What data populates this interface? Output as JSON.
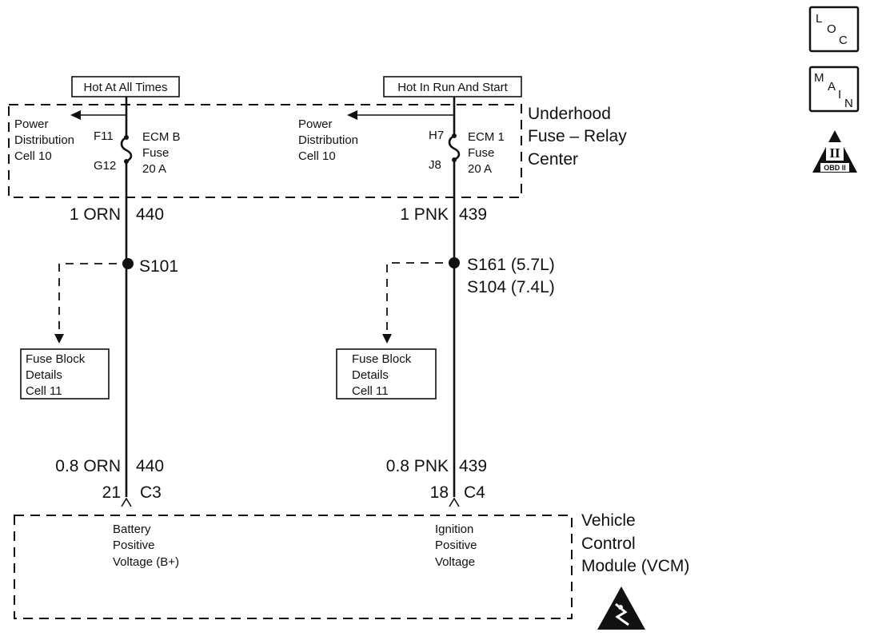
{
  "hot_labels": {
    "left": "Hot At All Times",
    "right": "Hot In Run And Start"
  },
  "fuse_center": {
    "name_lines": [
      "Underhood",
      "Fuse – Relay",
      "Center"
    ],
    "left": {
      "power_dist_lines": [
        "Power",
        "Distribution",
        "Cell 10"
      ],
      "term_top": "F11",
      "term_bottom": "G12",
      "fuse_lines": [
        "ECM B",
        "Fuse",
        "20 A"
      ]
    },
    "right": {
      "power_dist_lines": [
        "Power",
        "Distribution",
        "Cell 10"
      ],
      "term_top": "H7",
      "term_bottom": "J8",
      "fuse_lines": [
        "ECM 1",
        "Fuse",
        "20 A"
      ]
    }
  },
  "wires": {
    "left_upper": {
      "gauge_color": "1 ORN",
      "circuit": "440"
    },
    "right_upper": {
      "gauge_color": "1 PNK",
      "circuit": "439"
    },
    "left_lower": {
      "gauge_color": "0.8 ORN",
      "circuit": "440"
    },
    "right_lower": {
      "gauge_color": "0.8 PNK",
      "circuit": "439"
    }
  },
  "splices": {
    "left": [
      "S101"
    ],
    "right": [
      "S161 (5.7L)",
      "S104 (7.4L)"
    ]
  },
  "fuse_block_refs": {
    "left": [
      "Fuse Block",
      "Details",
      "Cell 11"
    ],
    "right": [
      "Fuse Block",
      "Details",
      "Cell 11"
    ]
  },
  "connectors": {
    "left": {
      "pin": "21",
      "connector": "C3"
    },
    "right": {
      "pin": "18",
      "connector": "C4"
    }
  },
  "vcm": {
    "name_lines": [
      "Vehicle",
      "Control",
      "Module (VCM)"
    ],
    "left_input_lines": [
      "Battery",
      "Positive",
      "Voltage (B+)"
    ],
    "right_input_lines": [
      "Ignition",
      "Positive",
      "Voltage"
    ]
  },
  "side_icons": {
    "loc": {
      "letters": [
        "L",
        "O",
        "C"
      ],
      "icon": "loc-icon"
    },
    "main": {
      "letters": [
        "M",
        "A",
        "I",
        "N"
      ],
      "icon": "main-icon"
    },
    "obd": {
      "numeral": "II",
      "label": "OBD II",
      "icon": "obd-ii-icon"
    }
  },
  "esd_symbol": {
    "icon": "esd-warning-icon"
  }
}
